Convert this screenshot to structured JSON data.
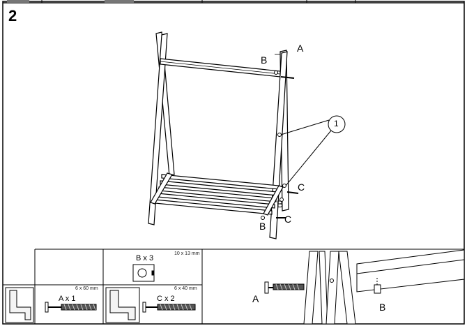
{
  "step": {
    "number": "2"
  },
  "callouts": {
    "A": "A",
    "B": "B",
    "C": "C",
    "circle_1": "1"
  },
  "parts_table": {
    "dowel": {
      "label": "B x 3",
      "size": "10 x 13 mm"
    },
    "screw_long": {
      "label": "A x 1",
      "size": "6 x 60 mm"
    },
    "screw_short": {
      "label": "C x 2",
      "size": "6 x 40 mm"
    }
  },
  "detail": {
    "label_A": "A",
    "label_B": "B"
  }
}
